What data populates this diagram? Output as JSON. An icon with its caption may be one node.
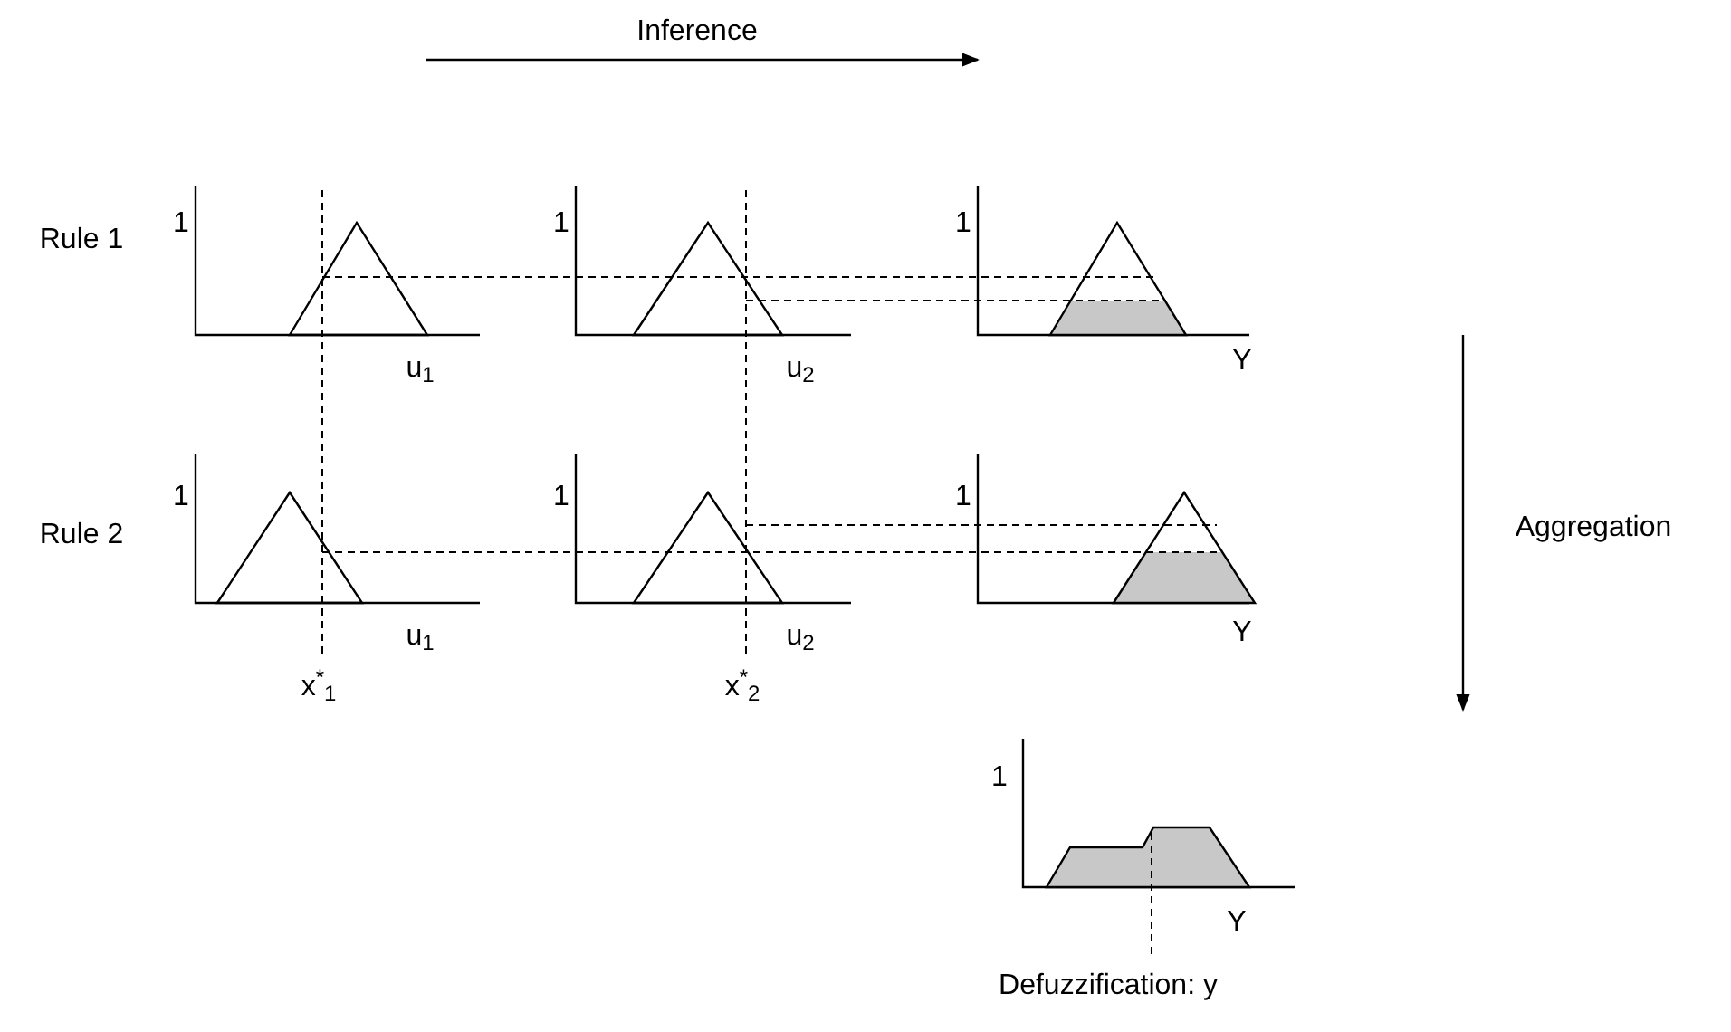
{
  "diagram": {
    "labels": [
      "Inference",
      "Rule 1",
      "1",
      "1",
      "1",
      "u$_{1}$",
      "u$_{2}$",
      "Y",
      "Rule 2",
      "1",
      "1",
      "1",
      "Aggregation",
      "u$_{1}$",
      "u$_{2}$",
      "Y",
      "x$^{*}$$_{1}$",
      "x$^{*}$$_{2}$",
      "1",
      "Y",
      "Defuzzification: y"
    ]
  }
}
